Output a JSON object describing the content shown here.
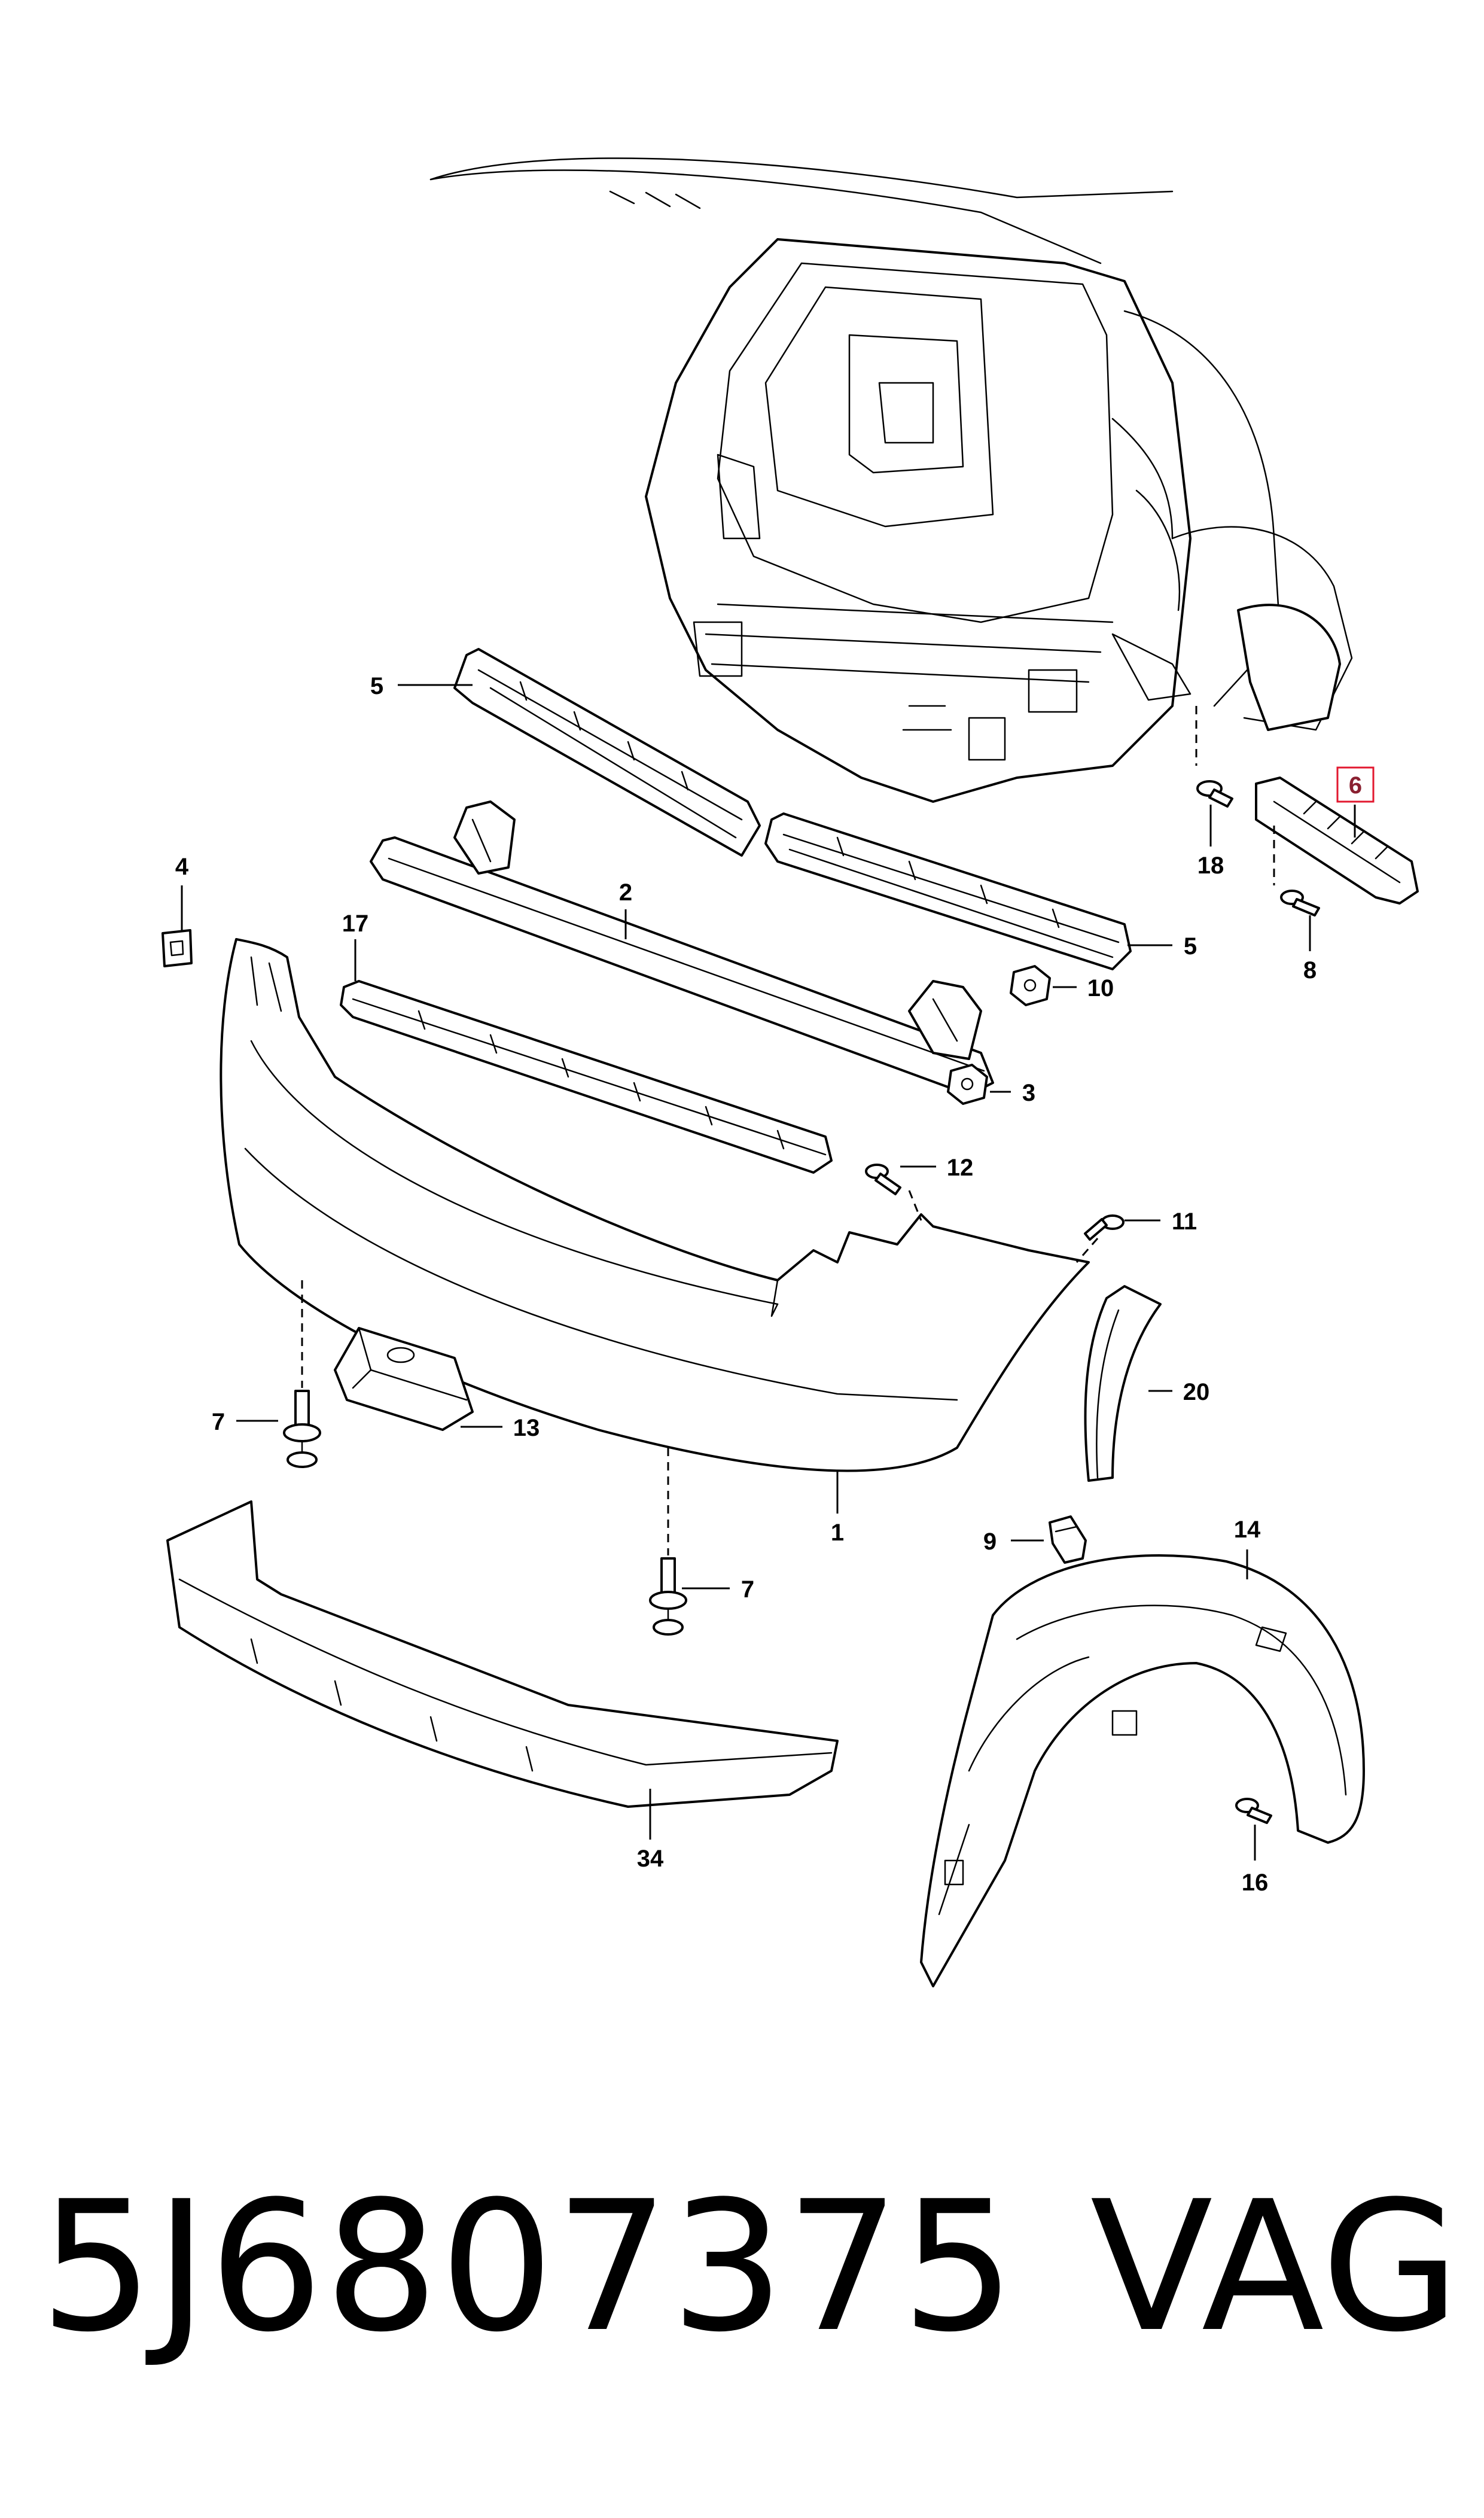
{
  "diagram": {
    "callouts": {
      "c1": "1",
      "c2": "2",
      "c3": "3",
      "c4": "4",
      "c5a": "5",
      "c5b": "5",
      "c6": "6",
      "c7a": "7",
      "c7b": "7",
      "c8": "8",
      "c9": "9",
      "c10": "10",
      "c11": "11",
      "c12": "12",
      "c13": "13",
      "c14": "14",
      "c16": "16",
      "c17": "17",
      "c18": "18",
      "c20": "20",
      "c34": "34"
    },
    "highlighted_callout": "6",
    "highlight_color": "#e2182f"
  },
  "footer": {
    "part_number": "5J6807375",
    "brand": "VAG"
  }
}
